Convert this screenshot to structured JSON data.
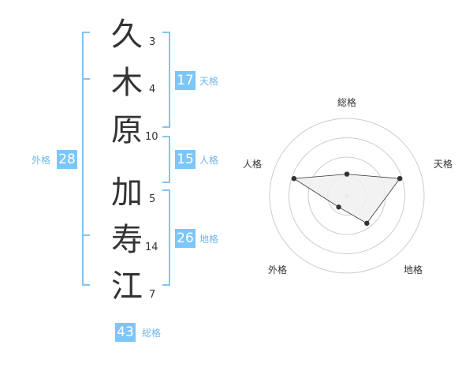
{
  "name": {
    "characters": [
      {
        "char": "久",
        "strokes": "3"
      },
      {
        "char": "木",
        "strokes": "4"
      },
      {
        "char": "原",
        "strokes": "10"
      },
      {
        "char": "加",
        "strokes": "5"
      },
      {
        "char": "寿",
        "strokes": "14"
      },
      {
        "char": "江",
        "strokes": "7"
      }
    ]
  },
  "scores": {
    "tenkaku": {
      "value": "17",
      "label": "天格"
    },
    "jinkaku": {
      "value": "15",
      "label": "人格"
    },
    "chikaku": {
      "value": "26",
      "label": "地格"
    },
    "gaikaku": {
      "value": "28",
      "label": "外格"
    },
    "soukaku": {
      "value": "43",
      "label": "総格"
    }
  },
  "colors": {
    "accent": "#7cc6f8",
    "bracket": "#82c5f0",
    "radar_fill": "#f0f0f0",
    "radar_line": "#333333",
    "grid": "#cccccc"
  },
  "chart_data": {
    "type": "radar",
    "axes": [
      "総格",
      "天格",
      "地格",
      "外格",
      "人格"
    ],
    "scale_max": 5,
    "rings": 4,
    "values": [
      1.4,
      3.6,
      2.2,
      0.9,
      3.6
    ]
  }
}
